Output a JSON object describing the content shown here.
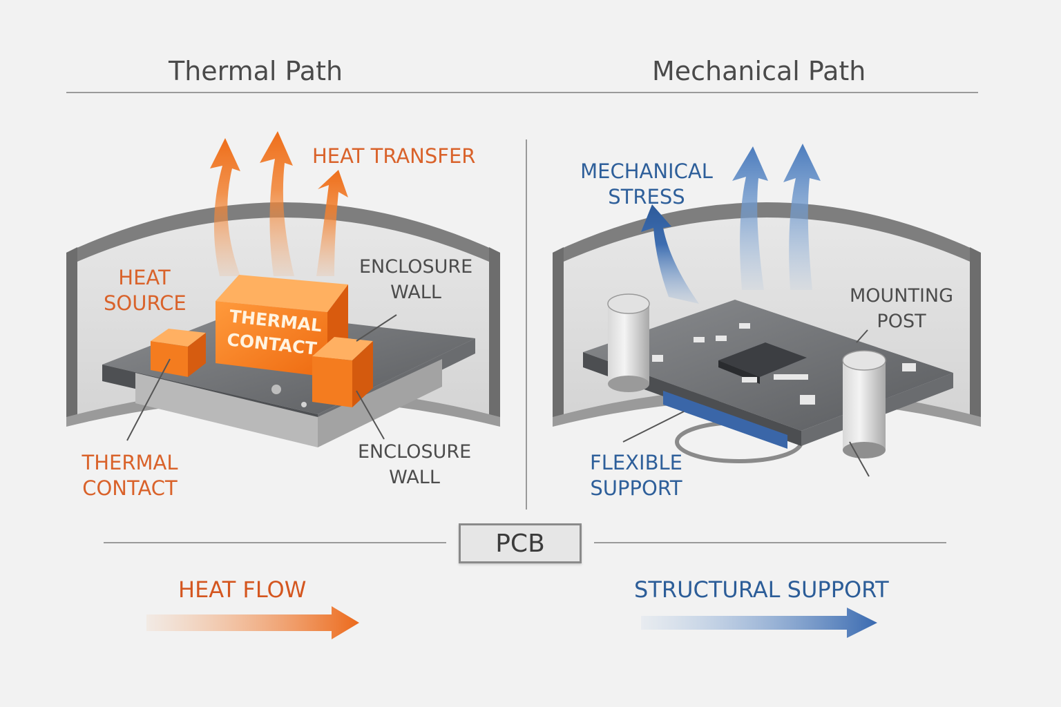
{
  "titles": {
    "left": "Thermal Path",
    "right": "Mechanical Path"
  },
  "thermal": {
    "heat_transfer": "HEAT TRANSFER",
    "heat_source": [
      "HEAT",
      "SOURCE"
    ],
    "block_label": [
      "THERMAL",
      "CONTACT"
    ],
    "enclosure_wall_top": [
      "ENCLOSURE",
      "WALL"
    ],
    "thermal_contact": [
      "THERMAL",
      "CONTACT"
    ],
    "enclosure_wall_bottom": [
      "ENCLOSURE",
      "WALL"
    ]
  },
  "mechanical": {
    "mechanical_stress": [
      "MECHANICAL",
      "STRESS"
    ],
    "mounting_post": [
      "MOUNTING",
      "POST"
    ],
    "flexible_support": [
      "FLEXIBLE",
      "SUPPORT"
    ]
  },
  "center": {
    "pcb": "PCB"
  },
  "legend": {
    "heat_flow": "HEAT FLOW",
    "structural_support": "STRUCTURAL SUPPORT"
  },
  "colors": {
    "heat_orange": "#f07a22",
    "stress_blue": "#3c6fb0",
    "background": "#f2f2f2",
    "wall_gray": "#8c8c8c",
    "board_dark": "#5d5f62"
  }
}
